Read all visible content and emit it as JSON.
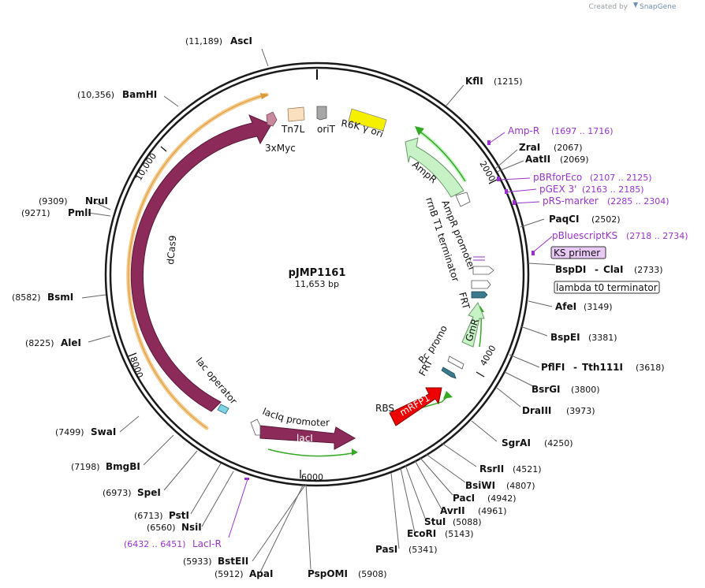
{
  "credit": {
    "prefix": "Created by",
    "brand": "SnapGene"
  },
  "plasmid": {
    "name": "pJMP1161",
    "length": "11,653 bp"
  },
  "ticks": [
    "2000",
    "4000",
    "6000",
    "8000",
    "10,000"
  ],
  "sites": [
    {
      "name": "AscI",
      "pos": "(11,189)"
    },
    {
      "name": "KflI",
      "pos": "(1215)"
    },
    {
      "name": "BamHI",
      "pos": "(10,356)"
    },
    {
      "name": "ZraI",
      "pos": "(2067)"
    },
    {
      "name": "AatII",
      "pos": "(2069)"
    },
    {
      "name": "NruI",
      "pos": "(9309)"
    },
    {
      "name": "PmlI",
      "pos": "(9271)"
    },
    {
      "name": "PaqCI",
      "pos": "(2502)"
    },
    {
      "name": "BspDI",
      "name2": "ClaI",
      "pos": "(2733)"
    },
    {
      "name": "BsmI",
      "pos": "(8582)"
    },
    {
      "name": "AfeI",
      "pos": "(3149)"
    },
    {
      "name": "AleI",
      "pos": "(8225)"
    },
    {
      "name": "BspEI",
      "pos": "(3381)"
    },
    {
      "name": "PflFI",
      "name2": "Tth111I",
      "pos": "(3618)"
    },
    {
      "name": "BsrGI",
      "pos": "(3800)"
    },
    {
      "name": "DraIII",
      "pos": "(3973)"
    },
    {
      "name": "SwaI",
      "pos": "(7499)"
    },
    {
      "name": "SgrAI",
      "pos": "(4250)"
    },
    {
      "name": "BmgBI",
      "pos": "(7198)"
    },
    {
      "name": "RsrII",
      "pos": "(4521)"
    },
    {
      "name": "SpeI",
      "pos": "(6973)"
    },
    {
      "name": "BsiWI",
      "pos": "(4807)"
    },
    {
      "name": "PacI",
      "pos": "(4942)"
    },
    {
      "name": "PstI",
      "pos": "(6713)"
    },
    {
      "name": "AvrII",
      "pos": "(4961)"
    },
    {
      "name": "NsiI",
      "pos": "(6560)"
    },
    {
      "name": "StuI",
      "pos": "(5088)"
    },
    {
      "name": "EcoRI",
      "pos": "(5143)"
    },
    {
      "name": "PasI",
      "pos": "(5341)"
    },
    {
      "name": "BstEII",
      "pos": "(5933)"
    },
    {
      "name": "ApaI",
      "pos": "(5912)"
    },
    {
      "name": "PspOMI",
      "pos": "(5908)"
    }
  ],
  "primers": [
    {
      "name": "Amp-R",
      "pos": "(1697 .. 1716)"
    },
    {
      "name": "pBRforEco",
      "pos": "(2107 .. 2125)"
    },
    {
      "name": "pGEX 3'",
      "pos": "(2163 .. 2185)"
    },
    {
      "name": "pRS-marker",
      "pos": "(2285 .. 2304)"
    },
    {
      "name": "pBluescriptKS",
      "pos": "(2718 .. 2734)"
    },
    {
      "name": "LacI-R",
      "pos": "(6432 .. 6451)"
    }
  ],
  "boxed": {
    "ks_primer": "KS primer",
    "lambda": "lambda t0 terminator"
  },
  "features": {
    "tn7l": "Tn7L",
    "orit": "oriT",
    "r6k": "R6K γ ori",
    "myc": "3xMyc",
    "ampr": "AmpR",
    "ampr_promoter": "AmpR promoter",
    "rrnb": "rrnB T1 terminator",
    "frt1": "FRT",
    "gmr": "GmR",
    "pc_promoter": "Pc promoter",
    "frt2": "FRT",
    "rbs": "RBS",
    "mrfp1": "mRFP1",
    "laci": "lacI",
    "laciq": "lacIq promoter",
    "lac_operator": "lac operator",
    "dcas9": "dCas9"
  },
  "colors": {
    "backbone": "#1a1a1a",
    "dcas9": "#8c2a5a",
    "ampr": "#c6f2c6",
    "gmr": "#c6f2c6",
    "mrfp1": "#ee0000",
    "r6k": "#f5ef00",
    "tn7l": "#fbe0c0",
    "orit": "#a6a6a6",
    "frt": "#3a7a8c",
    "orf_arrow": "#33aa22",
    "primer": "#9933cc",
    "halo": "#f5c98a"
  }
}
